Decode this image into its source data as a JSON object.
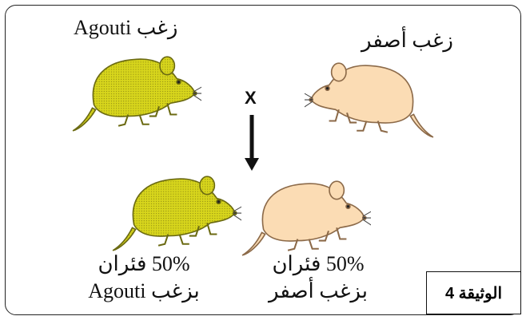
{
  "parents": {
    "left_label": "زغب Agouti",
    "right_label": "زغب أصفر"
  },
  "cross_symbol": "X",
  "offspring": {
    "left": {
      "percent_line": "50% فئران",
      "phenotype_line": "بزغب Agouti"
    },
    "right": {
      "percent_line": "50% فئران",
      "phenotype_line": "بزغب أصفر"
    }
  },
  "document_label": "الوثيقة 4",
  "colors": {
    "agouti_fill": "#d8d61c",
    "agouti_dots": "#7d7a10",
    "agouti_outline": "#6b6a12",
    "yellow_fill": "#fbdcb4",
    "yellow_outline": "#8c6a49"
  }
}
